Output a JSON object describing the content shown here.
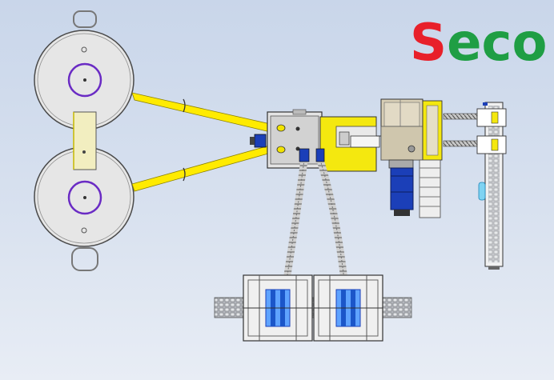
{
  "logo": {
    "text": "Seco",
    "letters": [
      {
        "char": "S",
        "color": "#e8202a"
      },
      {
        "char": "e",
        "color": "#1f9e44"
      },
      {
        "char": "c",
        "color": "#1f9e44"
      },
      {
        "char": "o",
        "color": "#1f9e44"
      }
    ]
  },
  "colors": {
    "background_top": "#c9d6ea",
    "background_bottom": "#e8edf5",
    "reel": "#e6e6e6",
    "hub_ring": "#6a2bc4",
    "wire": "#ffeb00",
    "frame_yellow": "#f4e80f",
    "motor_blue": "#1b3fb8",
    "outline": "#4a4a4a"
  }
}
